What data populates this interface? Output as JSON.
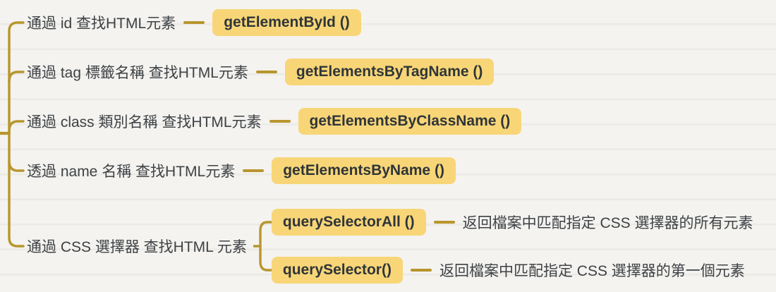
{
  "theme": {
    "background": "#f4f3f0",
    "branch_color": "#b8962e",
    "highlight_bg": "#f8d678",
    "highlight_text_color": "#2f3538",
    "label_color": "#3e4245"
  },
  "mindmap": {
    "branches": [
      {
        "label": "通過 id 查找HTML元素",
        "method": "getElementById ()"
      },
      {
        "label": "通過 tag 標籤名稱 查找HTML元素",
        "method": "getElementsByTagName ()"
      },
      {
        "label": "通過 class 類別名稱 查找HTML元素",
        "method": "getElementsByClassName ()"
      },
      {
        "label": "透過 name 名稱 查找HTML元素",
        "method": "getElementsByName ()"
      },
      {
        "label": "通過 CSS 選擇器 查找HTML 元素",
        "children": [
          {
            "method": "querySelectorAll ()",
            "description": "返回檔案中匹配指定 CSS 選擇器的所有元素"
          },
          {
            "method": "querySelector()",
            "description": "返回檔案中匹配指定 CSS 選擇器的第一個元素"
          }
        ]
      }
    ]
  }
}
